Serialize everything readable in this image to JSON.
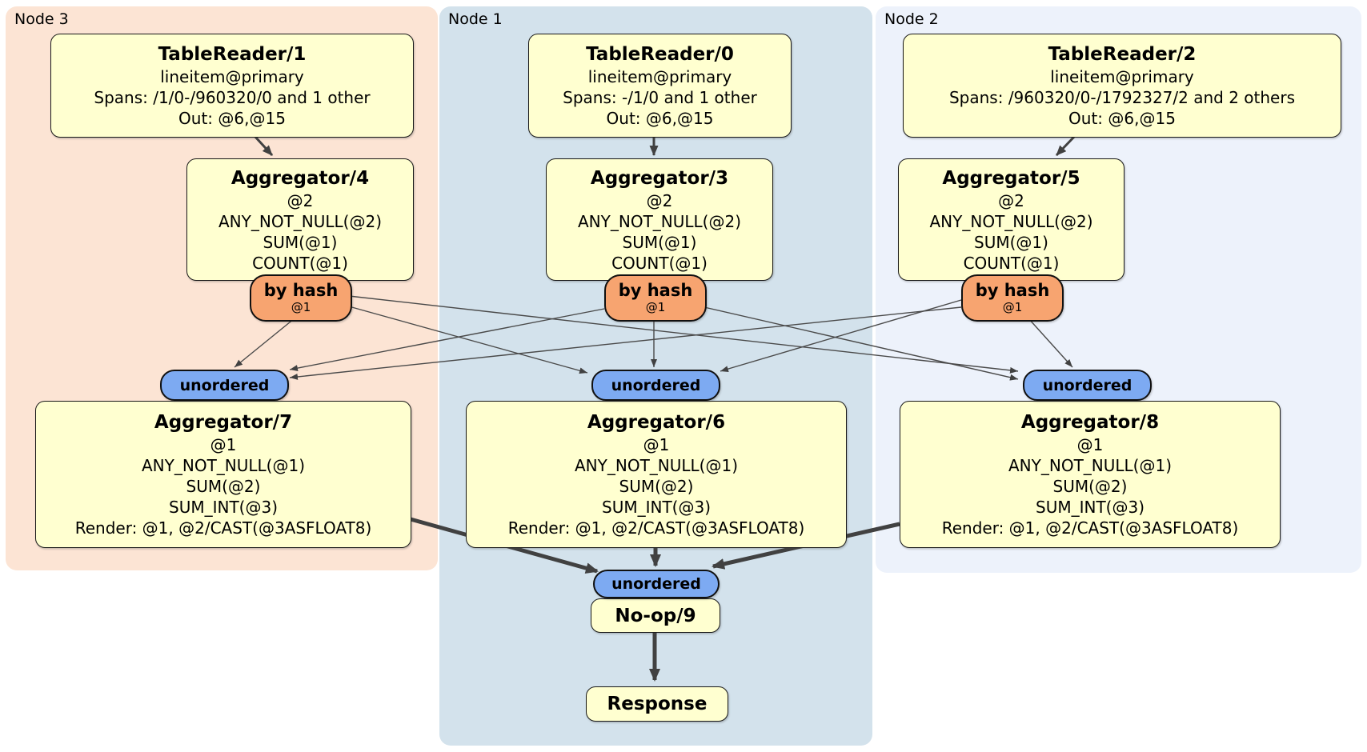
{
  "colors": {
    "node3_bg": "#fce4d4",
    "node1_bg": "#d3e2ec",
    "node2_bg": "#edf2fb",
    "processor_bg": "#ffffd0",
    "router_bg": "#f7a470",
    "stream_bg": "#7daaf2",
    "edge": "#414141"
  },
  "node3": {
    "label": "Node 3",
    "tablereader": {
      "title": "TableReader/1",
      "lines": [
        "lineitem@primary",
        "Spans: /1/0-/960320/0 and 1 other",
        "Out: @6,@15"
      ]
    },
    "aggregator_top": {
      "title": "Aggregator/4",
      "lines": [
        "@2",
        "ANY_NOT_NULL(@2)",
        "SUM(@1)",
        "COUNT(@1)"
      ]
    },
    "router": {
      "label": "by hash",
      "key": "@1"
    },
    "stream": "unordered",
    "aggregator_bottom": {
      "title": "Aggregator/7",
      "lines": [
        "@1",
        "ANY_NOT_NULL(@1)",
        "SUM(@2)",
        "SUM_INT(@3)",
        "Render: @1, @2/CAST(@3ASFLOAT8)"
      ]
    }
  },
  "node1": {
    "label": "Node 1",
    "tablereader": {
      "title": "TableReader/0",
      "lines": [
        "lineitem@primary",
        "Spans: -/1/0 and 1 other",
        "Out: @6,@15"
      ]
    },
    "aggregator_top": {
      "title": "Aggregator/3",
      "lines": [
        "@2",
        "ANY_NOT_NULL(@2)",
        "SUM(@1)",
        "COUNT(@1)"
      ]
    },
    "router": {
      "label": "by hash",
      "key": "@1"
    },
    "stream": "unordered",
    "aggregator_bottom": {
      "title": "Aggregator/6",
      "lines": [
        "@1",
        "ANY_NOT_NULL(@1)",
        "SUM(@2)",
        "SUM_INT(@3)",
        "Render: @1, @2/CAST(@3ASFLOAT8)"
      ]
    }
  },
  "node2": {
    "label": "Node 2",
    "tablereader": {
      "title": "TableReader/2",
      "lines": [
        "lineitem@primary",
        "Spans: /960320/0-/1792327/2 and 2 others",
        "Out: @6,@15"
      ]
    },
    "aggregator_top": {
      "title": "Aggregator/5",
      "lines": [
        "@2",
        "ANY_NOT_NULL(@2)",
        "SUM(@1)",
        "COUNT(@1)"
      ]
    },
    "router": {
      "label": "by hash",
      "key": "@1"
    },
    "stream": "unordered",
    "aggregator_bottom": {
      "title": "Aggregator/8",
      "lines": [
        "@1",
        "ANY_NOT_NULL(@1)",
        "SUM(@2)",
        "SUM_INT(@3)",
        "Render: @1, @2/CAST(@3ASFLOAT8)"
      ]
    }
  },
  "final": {
    "stream": "unordered",
    "noop": "No-op/9",
    "response": "Response"
  }
}
